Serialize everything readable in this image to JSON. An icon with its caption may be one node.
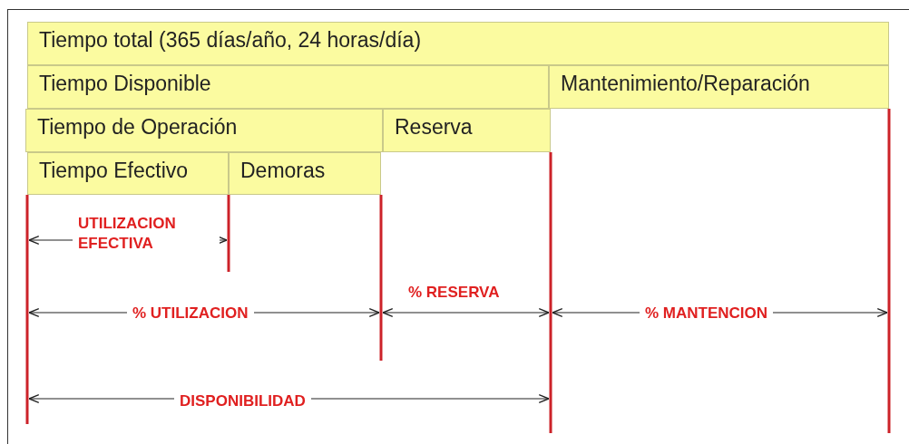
{
  "diagram": {
    "nodes": [
      {
        "text": [
          "Tiempo total (365 días/año, 24 horas/día)"
        ]
      },
      {
        "text": [
          "Tiempo Disponible"
        ]
      },
      {
        "text": [
          "Mantenimiento/Reparación"
        ]
      },
      {
        "text": [
          "Tiempo de Operación"
        ]
      },
      {
        "text": [
          "Reserva"
        ]
      },
      {
        "text": [
          "Tiempo Efectivo"
        ]
      },
      {
        "text": [
          "Demoras"
        ]
      }
    ],
    "edges": [],
    "labels": [
      "UTILIZACION EFECTIVA",
      "% RESERVA",
      "% UTILIZACION",
      "% MANTENCION",
      "DISPONIBILIDAD"
    ]
  }
}
